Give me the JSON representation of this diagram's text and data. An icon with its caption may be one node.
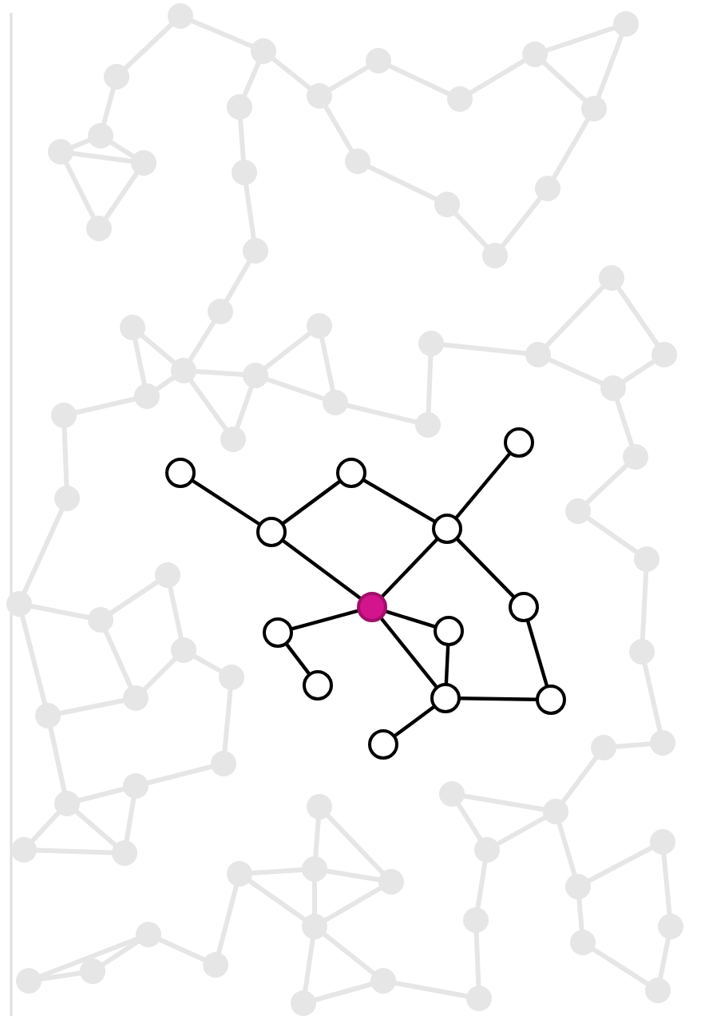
{
  "diagram": {
    "nodes": [
      {
        "text": [],
        "shape": "circle"
      },
      {
        "text": [],
        "shape": "circle"
      },
      {
        "text": [],
        "shape": "circle"
      },
      {
        "text": [],
        "shape": "circle"
      },
      {
        "text": [],
        "shape": "circle"
      },
      {
        "text": [],
        "shape": "circle"
      },
      {
        "text": [],
        "shape": "circle"
      },
      {
        "text": [],
        "shape": "circle"
      },
      {
        "text": [],
        "shape": "circle"
      },
      {
        "text": [],
        "shape": "circle"
      },
      {
        "text": [],
        "shape": "circle"
      },
      {
        "text": [],
        "shape": "circle"
      },
      {
        "text": [],
        "shape": "circle"
      }
    ],
    "edges": [
      {
        "from": 0,
        "to": 3,
        "arrow": "none"
      },
      {
        "from": 3,
        "to": 1,
        "arrow": "none"
      },
      {
        "from": 1,
        "to": 4,
        "arrow": "none"
      },
      {
        "from": 2,
        "to": 4,
        "arrow": "none"
      },
      {
        "from": 3,
        "to": 5,
        "arrow": "none"
      },
      {
        "from": 4,
        "to": 5,
        "arrow": "none"
      },
      {
        "from": 4,
        "to": 8,
        "arrow": "none"
      },
      {
        "from": 8,
        "to": 11,
        "arrow": "none"
      },
      {
        "from": 11,
        "to": 10,
        "arrow": "none"
      },
      {
        "from": 5,
        "to": 6,
        "arrow": "none"
      },
      {
        "from": 6,
        "to": 9,
        "arrow": "none"
      },
      {
        "from": 5,
        "to": 7,
        "arrow": "none"
      },
      {
        "from": 7,
        "to": 10,
        "arrow": "none"
      },
      {
        "from": 5,
        "to": 10,
        "arrow": "none"
      },
      {
        "from": 10,
        "to": 12,
        "arrow": "none"
      }
    ]
  }
}
